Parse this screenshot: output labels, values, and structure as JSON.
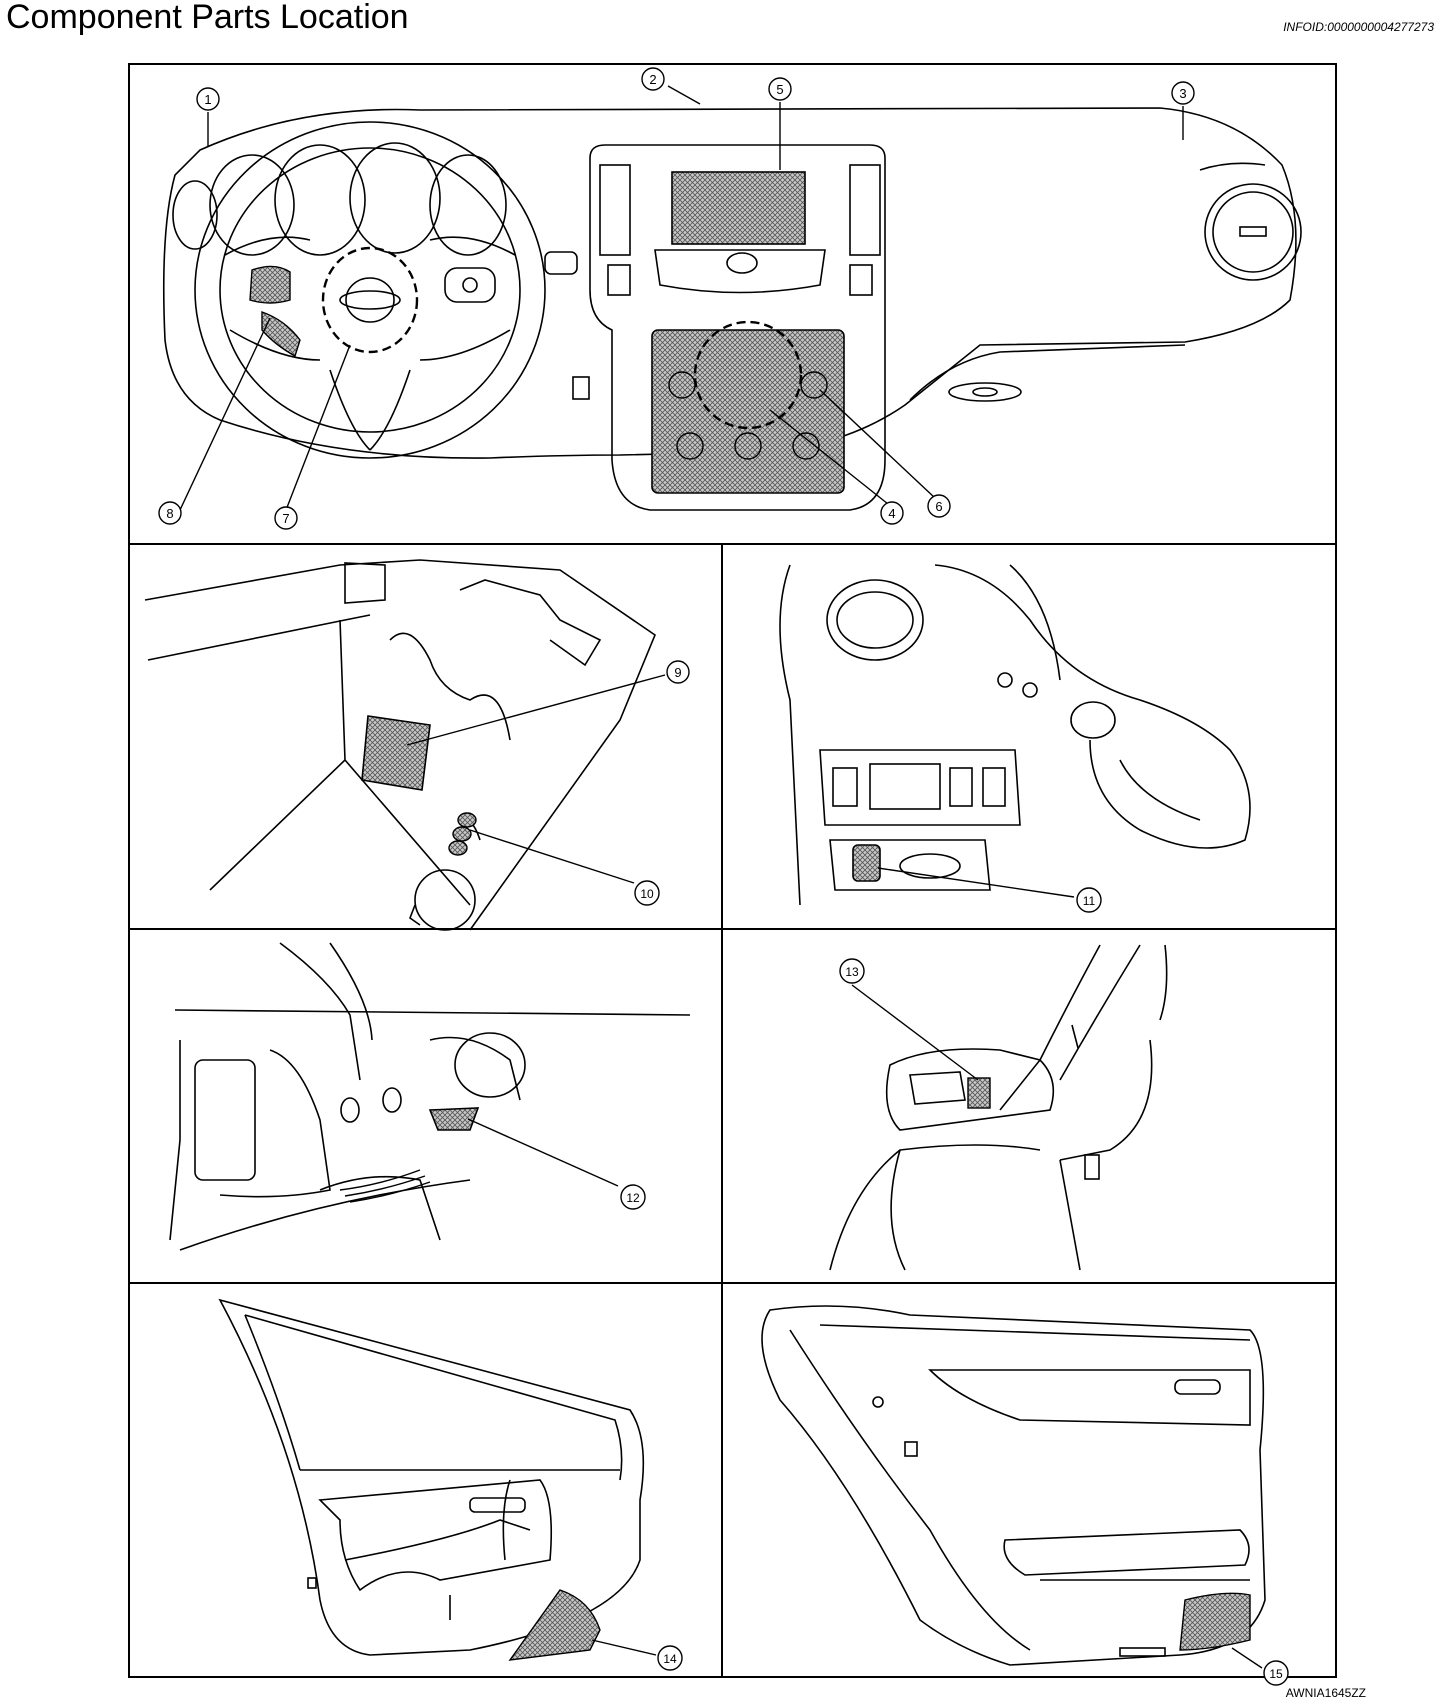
{
  "header": {
    "title": "Component Parts Location",
    "info_id": "INFOID:0000000004277273"
  },
  "footer": {
    "figure_id": "AWNIA1645ZZ"
  },
  "callouts": [
    "1",
    "2",
    "3",
    "4",
    "5",
    "6",
    "7",
    "8",
    "9",
    "10",
    "11",
    "12",
    "13",
    "14",
    "15"
  ]
}
